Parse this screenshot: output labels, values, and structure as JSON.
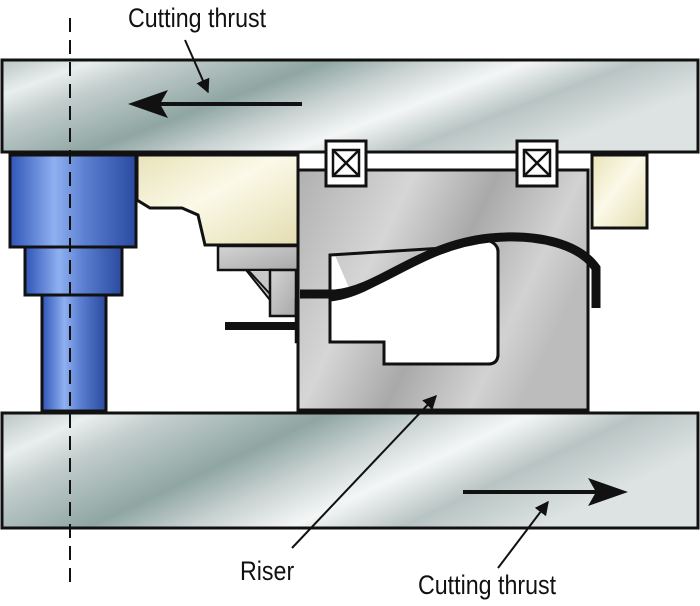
{
  "labels": {
    "top_thrust": "Cutting thrust",
    "riser": "Riser",
    "bottom_thrust": "Cutting thrust"
  },
  "colors": {
    "plate_steel": "#c9d3d2",
    "plate_highlight": "#ffffff",
    "plate_shade": "#8fa6a3",
    "riser_gray": "#c3c3c3",
    "guide_pin_blue": "#5b7fd1",
    "cam_cream": "#f0ecc8",
    "outline": "#111111"
  },
  "icons": {
    "bearing": "cross-box-icon",
    "arrow": "arrow-icon"
  }
}
